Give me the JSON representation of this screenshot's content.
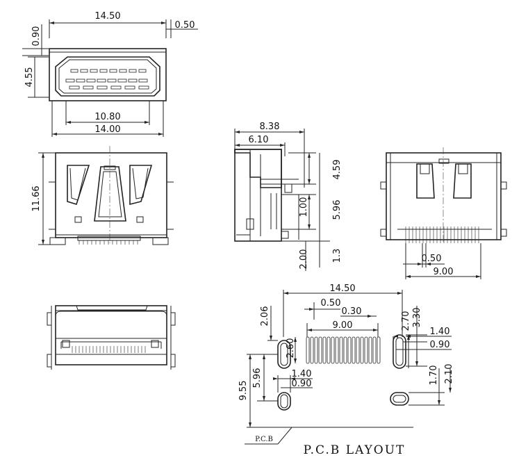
{
  "views": {
    "front": {
      "width_top": "14.50",
      "lead_offset": "0.50",
      "flange": "0.90",
      "height": "4.55",
      "pin_span": "10.80",
      "width_bottom": "14.00"
    },
    "top": {
      "length": "11.66"
    },
    "side": {
      "overall": "8.38",
      "body": "6.10",
      "stand_off": "4.59",
      "pitch": "1.00",
      "peg_pos": "5.96",
      "lead_len": "2.00",
      "lead_tail": "1.3"
    },
    "rear": {
      "pitch": "0.50",
      "row_span": "9.00"
    }
  },
  "pcb_layout": {
    "title": "P.C.B LAYOUT",
    "tag": "P.C.B",
    "overall_width": "14.50",
    "pad_pitch": "0.50",
    "pad_width": "0.30",
    "pad_span": "9.00",
    "left_offset": "2.06",
    "pad_length": "2.60",
    "slot_h": "2.70",
    "slot_offset": "3.30",
    "slot_w": "1.40",
    "slot_w_inner": "0.90",
    "lower_slot_w": "1.40",
    "lower_slot_inner": "0.90",
    "lower_offset": "5.96",
    "total_depth": "9.55",
    "right_lower": "1.70",
    "right_lower2": "2.10"
  },
  "colors": {
    "line": "#222222",
    "background": "#ffffff"
  }
}
